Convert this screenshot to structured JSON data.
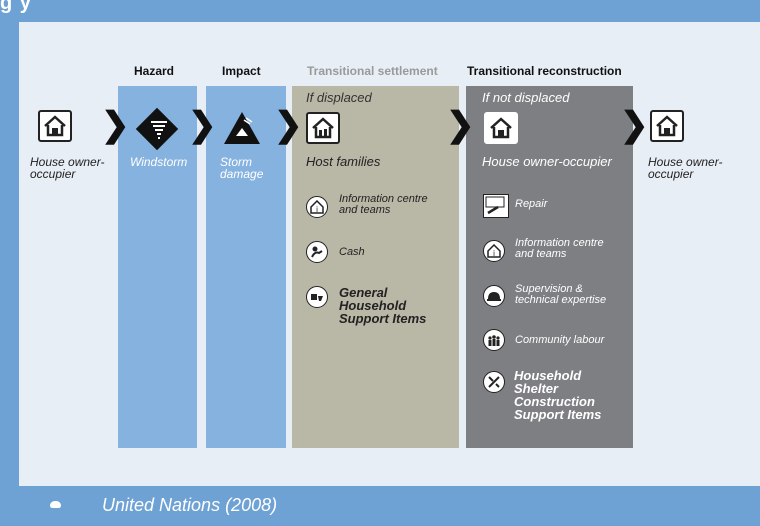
{
  "header_strip": "g      y",
  "columns": {
    "hazard": {
      "title": "Hazard",
      "label": "Windstorm"
    },
    "impact": {
      "title": "Impact",
      "label": "Storm damage"
    },
    "settlement": {
      "title": "Transitional settlement",
      "subtitle": "If displaced",
      "house_label": "Host families",
      "items": [
        {
          "icon": "information-icon",
          "text": "Information centre and teams"
        },
        {
          "icon": "cash-icon",
          "text": "Cash"
        },
        {
          "icon": "household-items-icon",
          "text": "General Household Support Items"
        }
      ]
    },
    "reconstruction": {
      "title": "Transitional reconstruction",
      "subtitle": "If not displaced",
      "house_label": "House owner-occupier",
      "items": [
        {
          "icon": "repair-icon",
          "text": "Repair"
        },
        {
          "icon": "information-icon",
          "text": "Information centre and teams"
        },
        {
          "icon": "hardhat-icon",
          "text": "Supervision & technical expertise"
        },
        {
          "icon": "community-icon",
          "text": "Community labour"
        },
        {
          "icon": "tools-icon",
          "text": "Household Shelter Construction Support Items"
        }
      ]
    }
  },
  "start_label": "House owner-occupier",
  "end_label": "House owner-occupier",
  "source": "United Nations (2008)"
}
